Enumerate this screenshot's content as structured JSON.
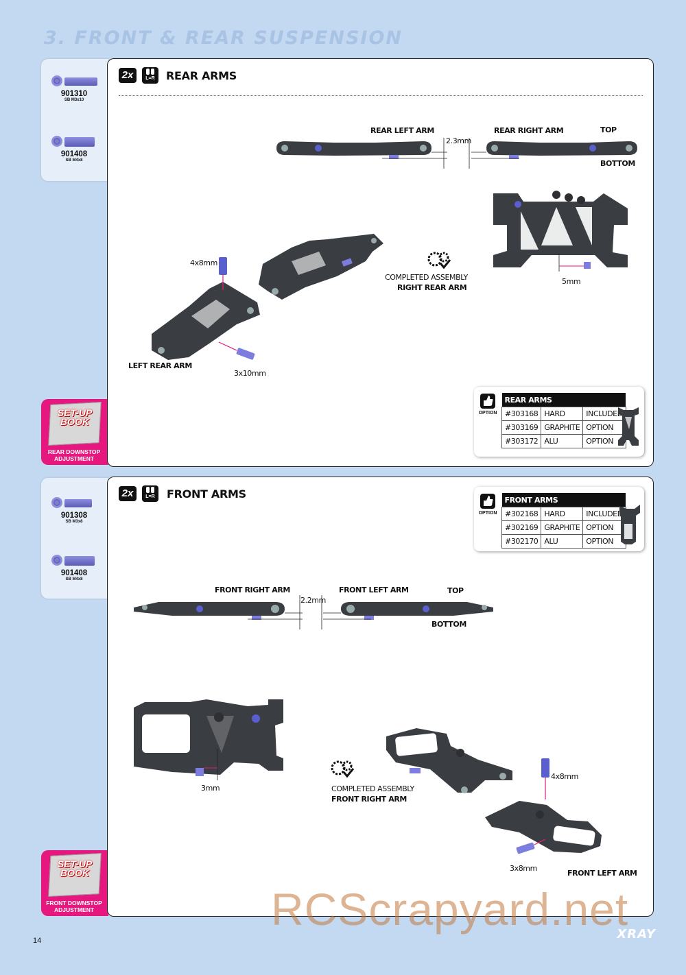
{
  "section_title": "3. FRONT & REAR SUSPENSION",
  "page_number": "14",
  "brand": "XRAY",
  "watermark": "RCScrapyard.net",
  "rear": {
    "parts": [
      {
        "code": "901310",
        "desc": "SB M3x10"
      },
      {
        "code": "901408",
        "desc": "SB M4x8"
      }
    ],
    "step_qty": "2x",
    "lr_label": "L=R",
    "title": "REAR ARMS",
    "labels": {
      "left_arm": "REAR LEFT ARM",
      "right_arm": "REAR RIGHT ARM",
      "gap": "2.3mm",
      "top": "TOP",
      "bottom": "BOTTOM",
      "screw_a": "4x8mm",
      "screw_b": "3x10mm",
      "left_rear_arm": "LEFT REAR ARM",
      "completed_1": "COMPLETED ASSEMBLY",
      "completed_2": "RIGHT REAR ARM",
      "height": "5mm"
    },
    "setup_caption_1": "REAR DOWNSTOP",
    "setup_caption_2": "ADJUSTMENT",
    "setup_book_1": "SET-UP",
    "setup_book_2": "BOOK",
    "option": {
      "word": "OPTION",
      "header": "REAR ARMS",
      "rows": [
        [
          "#303168",
          "HARD",
          "INCLUDED"
        ],
        [
          "#303169",
          "GRAPHITE",
          "OPTION"
        ],
        [
          "#303172",
          "ALU",
          "OPTION"
        ]
      ]
    }
  },
  "front": {
    "parts": [
      {
        "code": "901308",
        "desc": "SB M3x8"
      },
      {
        "code": "901408",
        "desc": "SB M4x8"
      }
    ],
    "step_qty": "2x",
    "lr_label": "L=R",
    "title": "FRONT ARMS",
    "labels": {
      "right_arm": "FRONT RIGHT ARM",
      "left_arm": "FRONT LEFT ARM",
      "gap": "2.2mm",
      "top": "TOP",
      "bottom": "BOTTOM",
      "height": "3mm",
      "completed_1": "COMPLETED ASSEMBLY",
      "completed_2": "FRONT RIGHT ARM",
      "screw_a": "4x8mm",
      "screw_b": "3x8mm",
      "front_left_arm": "FRONT LEFT ARM"
    },
    "setup_caption_1": "FRONT DOWNSTOP",
    "setup_caption_2": "ADJUSTMENT",
    "setup_book_1": "SET-UP",
    "setup_book_2": "BOOK",
    "option": {
      "word": "OPTION",
      "header": "FRONT ARMS",
      "rows": [
        [
          "#302168",
          "HARD",
          "INCLUDED"
        ],
        [
          "#302169",
          "GRAPHITE",
          "OPTION"
        ],
        [
          "#302170",
          "ALU",
          "OPTION"
        ]
      ]
    }
  }
}
